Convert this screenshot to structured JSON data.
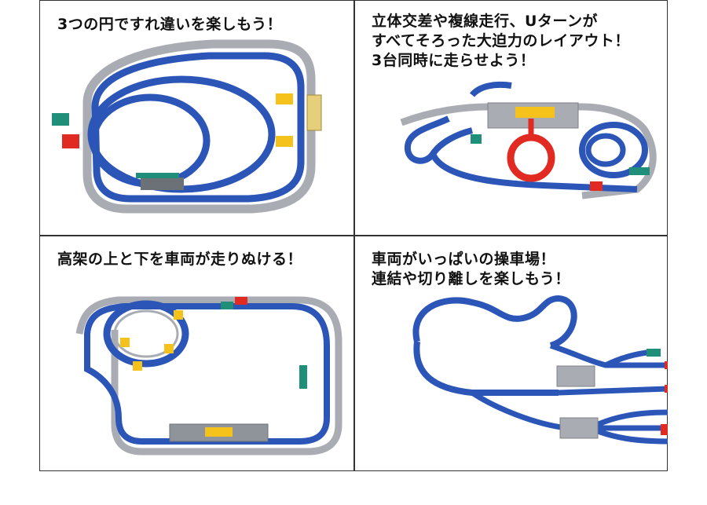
{
  "panels": [
    {
      "caption": "3つの円ですれ違いを楽しもう！"
    },
    {
      "caption": "立体交差や複線走行、Uターンが\nすべてそろった大迫力のレイアウト！\n3台同時に走らせよう！"
    },
    {
      "caption": "高架の上と下を車両が走りぬける！"
    },
    {
      "caption": "車両がいっぱいの操車場！\n連結や切り離しを楽しもう！"
    }
  ],
  "colors": {
    "track_blue": "#2c55b8",
    "track_blue_dark": "#1d3d8f",
    "track_gray": "#a9adb3",
    "pier_yellow": "#f4c21a",
    "stop_red": "#e02a22",
    "train_teal": "#1f8f7a",
    "border": "#333333"
  }
}
